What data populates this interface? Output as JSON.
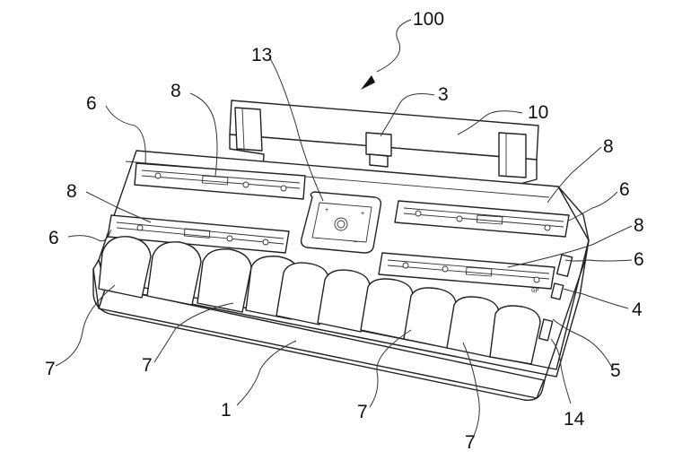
{
  "figure": {
    "labels": {
      "l100": "100",
      "l13": "13",
      "l3": "3",
      "l10": "10",
      "l8a": "8",
      "l6a": "6",
      "l8b": "8",
      "l6b": "6",
      "l8c": "8",
      "l6c": "6",
      "l8d": "8",
      "l6d": "6",
      "l4": "4",
      "l5": "5",
      "l14": "14",
      "l1": "1",
      "l7a": "7",
      "l7b": "7",
      "l7c": "7",
      "l7d": "7"
    },
    "markings": {
      "plus": "+",
      "minus": "−",
      "gp": "GP"
    }
  }
}
